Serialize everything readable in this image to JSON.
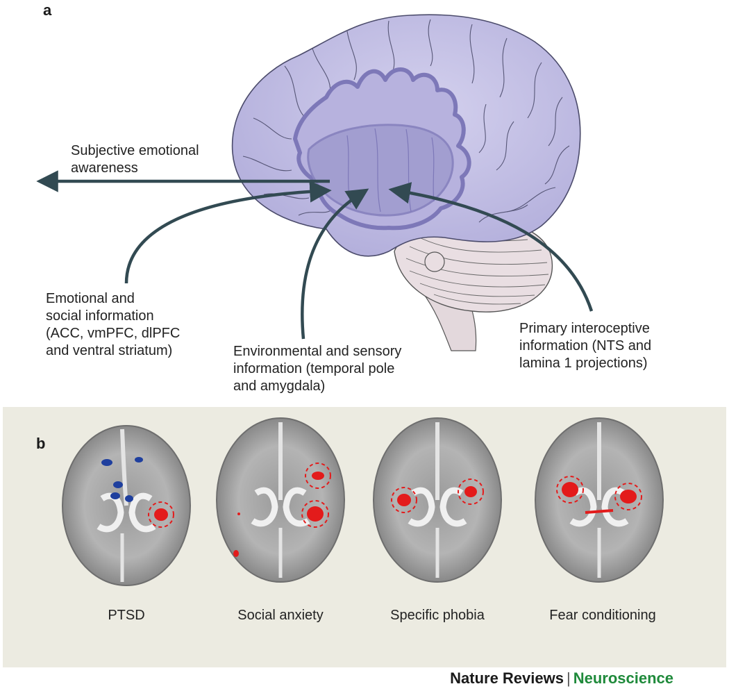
{
  "panel_a": {
    "letter": "a",
    "annotations": {
      "subjective": "Subjective emotional\nawareness",
      "emotional": "Emotional and\nsocial information\n(ACC, vmPFC, dlPFC\nand ventral striatum)",
      "environmental": "Environmental and sensory\ninformation (temporal pole\nand amygdala)",
      "interoceptive": "Primary interoceptive\ninformation (NTS and\nlamina 1 projections)"
    },
    "colors": {
      "brain": "#c2bfe3",
      "insula": "#a29ed0",
      "arrow": "#324a52"
    }
  },
  "panel_b": {
    "letter": "b",
    "background": "#ecebe1",
    "scans": [
      {
        "label": "PTSD"
      },
      {
        "label": "Social anxiety"
      },
      {
        "label": "Specific phobia"
      },
      {
        "label": "Fear conditioning"
      }
    ],
    "colors": {
      "activation": "#e31b1b",
      "deactivation": "#1f3f9e"
    }
  },
  "footer": {
    "publisher": "Nature Reviews",
    "separator": "|",
    "journal": "Neuroscience"
  }
}
